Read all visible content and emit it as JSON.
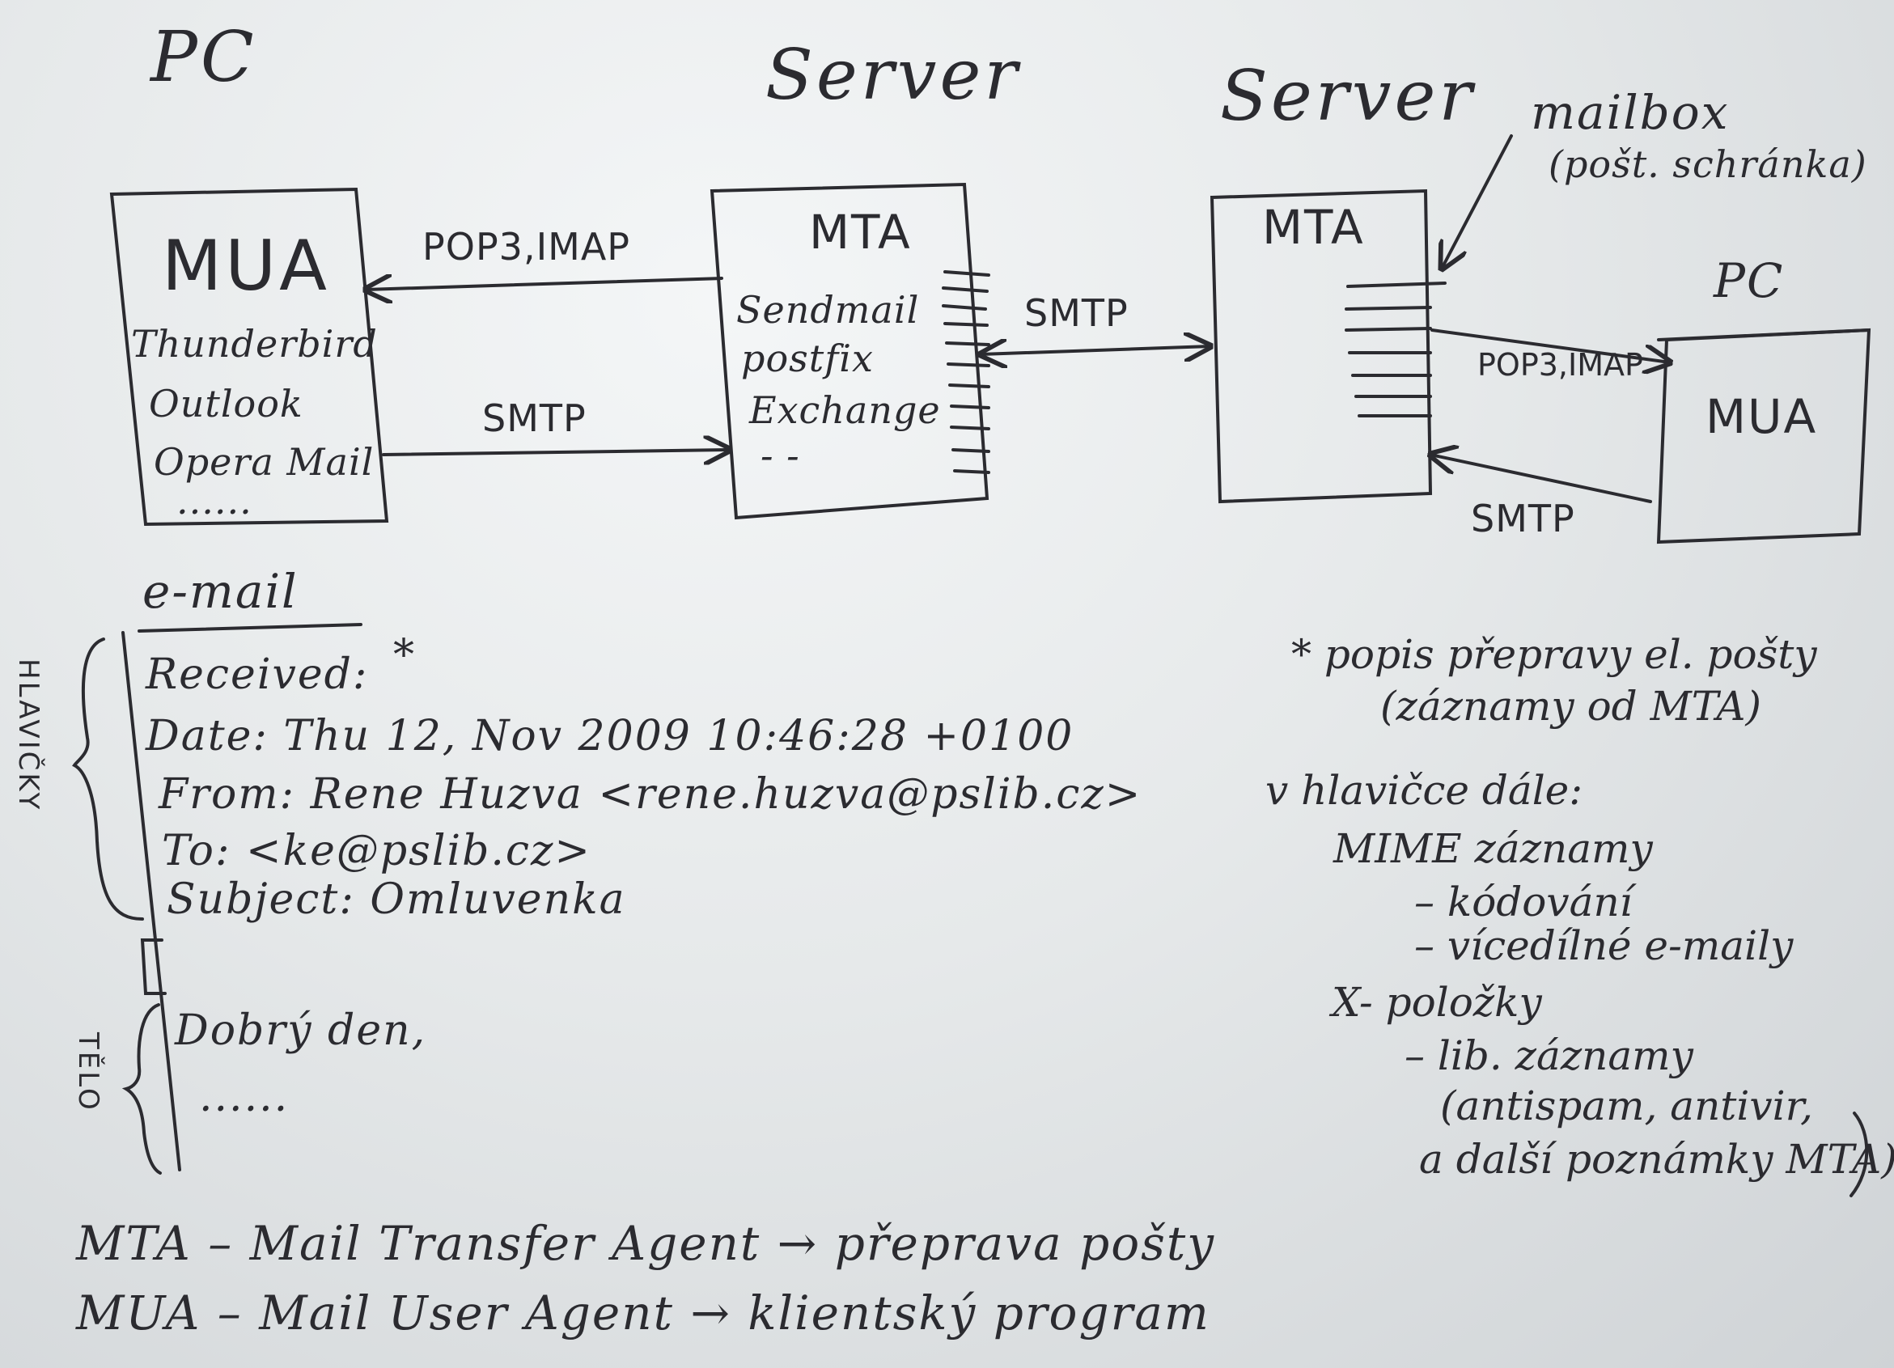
{
  "titles": {
    "pc_left": "PC",
    "server_middle": "Server",
    "server_right": "Server",
    "pc_right": "PC",
    "mailbox": "mailbox",
    "mailbox_note": "(pošt. schránka)"
  },
  "mua_left": {
    "title": "MUA",
    "items": [
      "Thunderbird",
      "Outlook",
      "Opera Mail",
      "......"
    ]
  },
  "mta_middle": {
    "title": "MTA",
    "items": [
      "Sendmail",
      "postfix",
      "Exchange",
      "- -"
    ]
  },
  "mta_right": {
    "title": "MTA"
  },
  "mua_right": {
    "title": "MUA"
  },
  "arrows": {
    "pop3_left": "POP3,IMAP",
    "smtp_left": "SMTP",
    "smtp_middle": "SMTP",
    "pop3_right": "POP3,IMAP",
    "smtp_right": "SMTP"
  },
  "email": {
    "heading": "e-mail",
    "header_label": "HLAVIČKY",
    "body_label": "TĚLO",
    "received": "Received:",
    "asterisk": "*",
    "date": "Date:  Thu 12, Nov 2009  10:46:28  +0100",
    "from": "From:  Rene Huzva <rene.huzva@pslib.cz>",
    "to": "To: <ke@pslib.cz>",
    "subject": "Subject: Omluvenka",
    "body_line1": "Dobrý den,",
    "body_line2": "......"
  },
  "notes": {
    "line1": "* popis přepravy el. pošty",
    "line2": "(záznamy od MTA)",
    "line3": "v hlavičce dále:",
    "line4": "MIME záznamy",
    "line5": "– kódování",
    "line6": "– vícedílné e-maily",
    "line7": "X- položky",
    "line8": "– lib. záznamy",
    "line9": "(antispam, antivir,",
    "line10": "a další poznámky MTA)"
  },
  "legend": {
    "mta": "MTA  – Mail Transfer Agent  → přeprava pošty",
    "mua": "MUA – Mail User Agent  → klientský program"
  },
  "colors": {
    "ink": "#2b2b30",
    "board": "#e6e9ea"
  }
}
